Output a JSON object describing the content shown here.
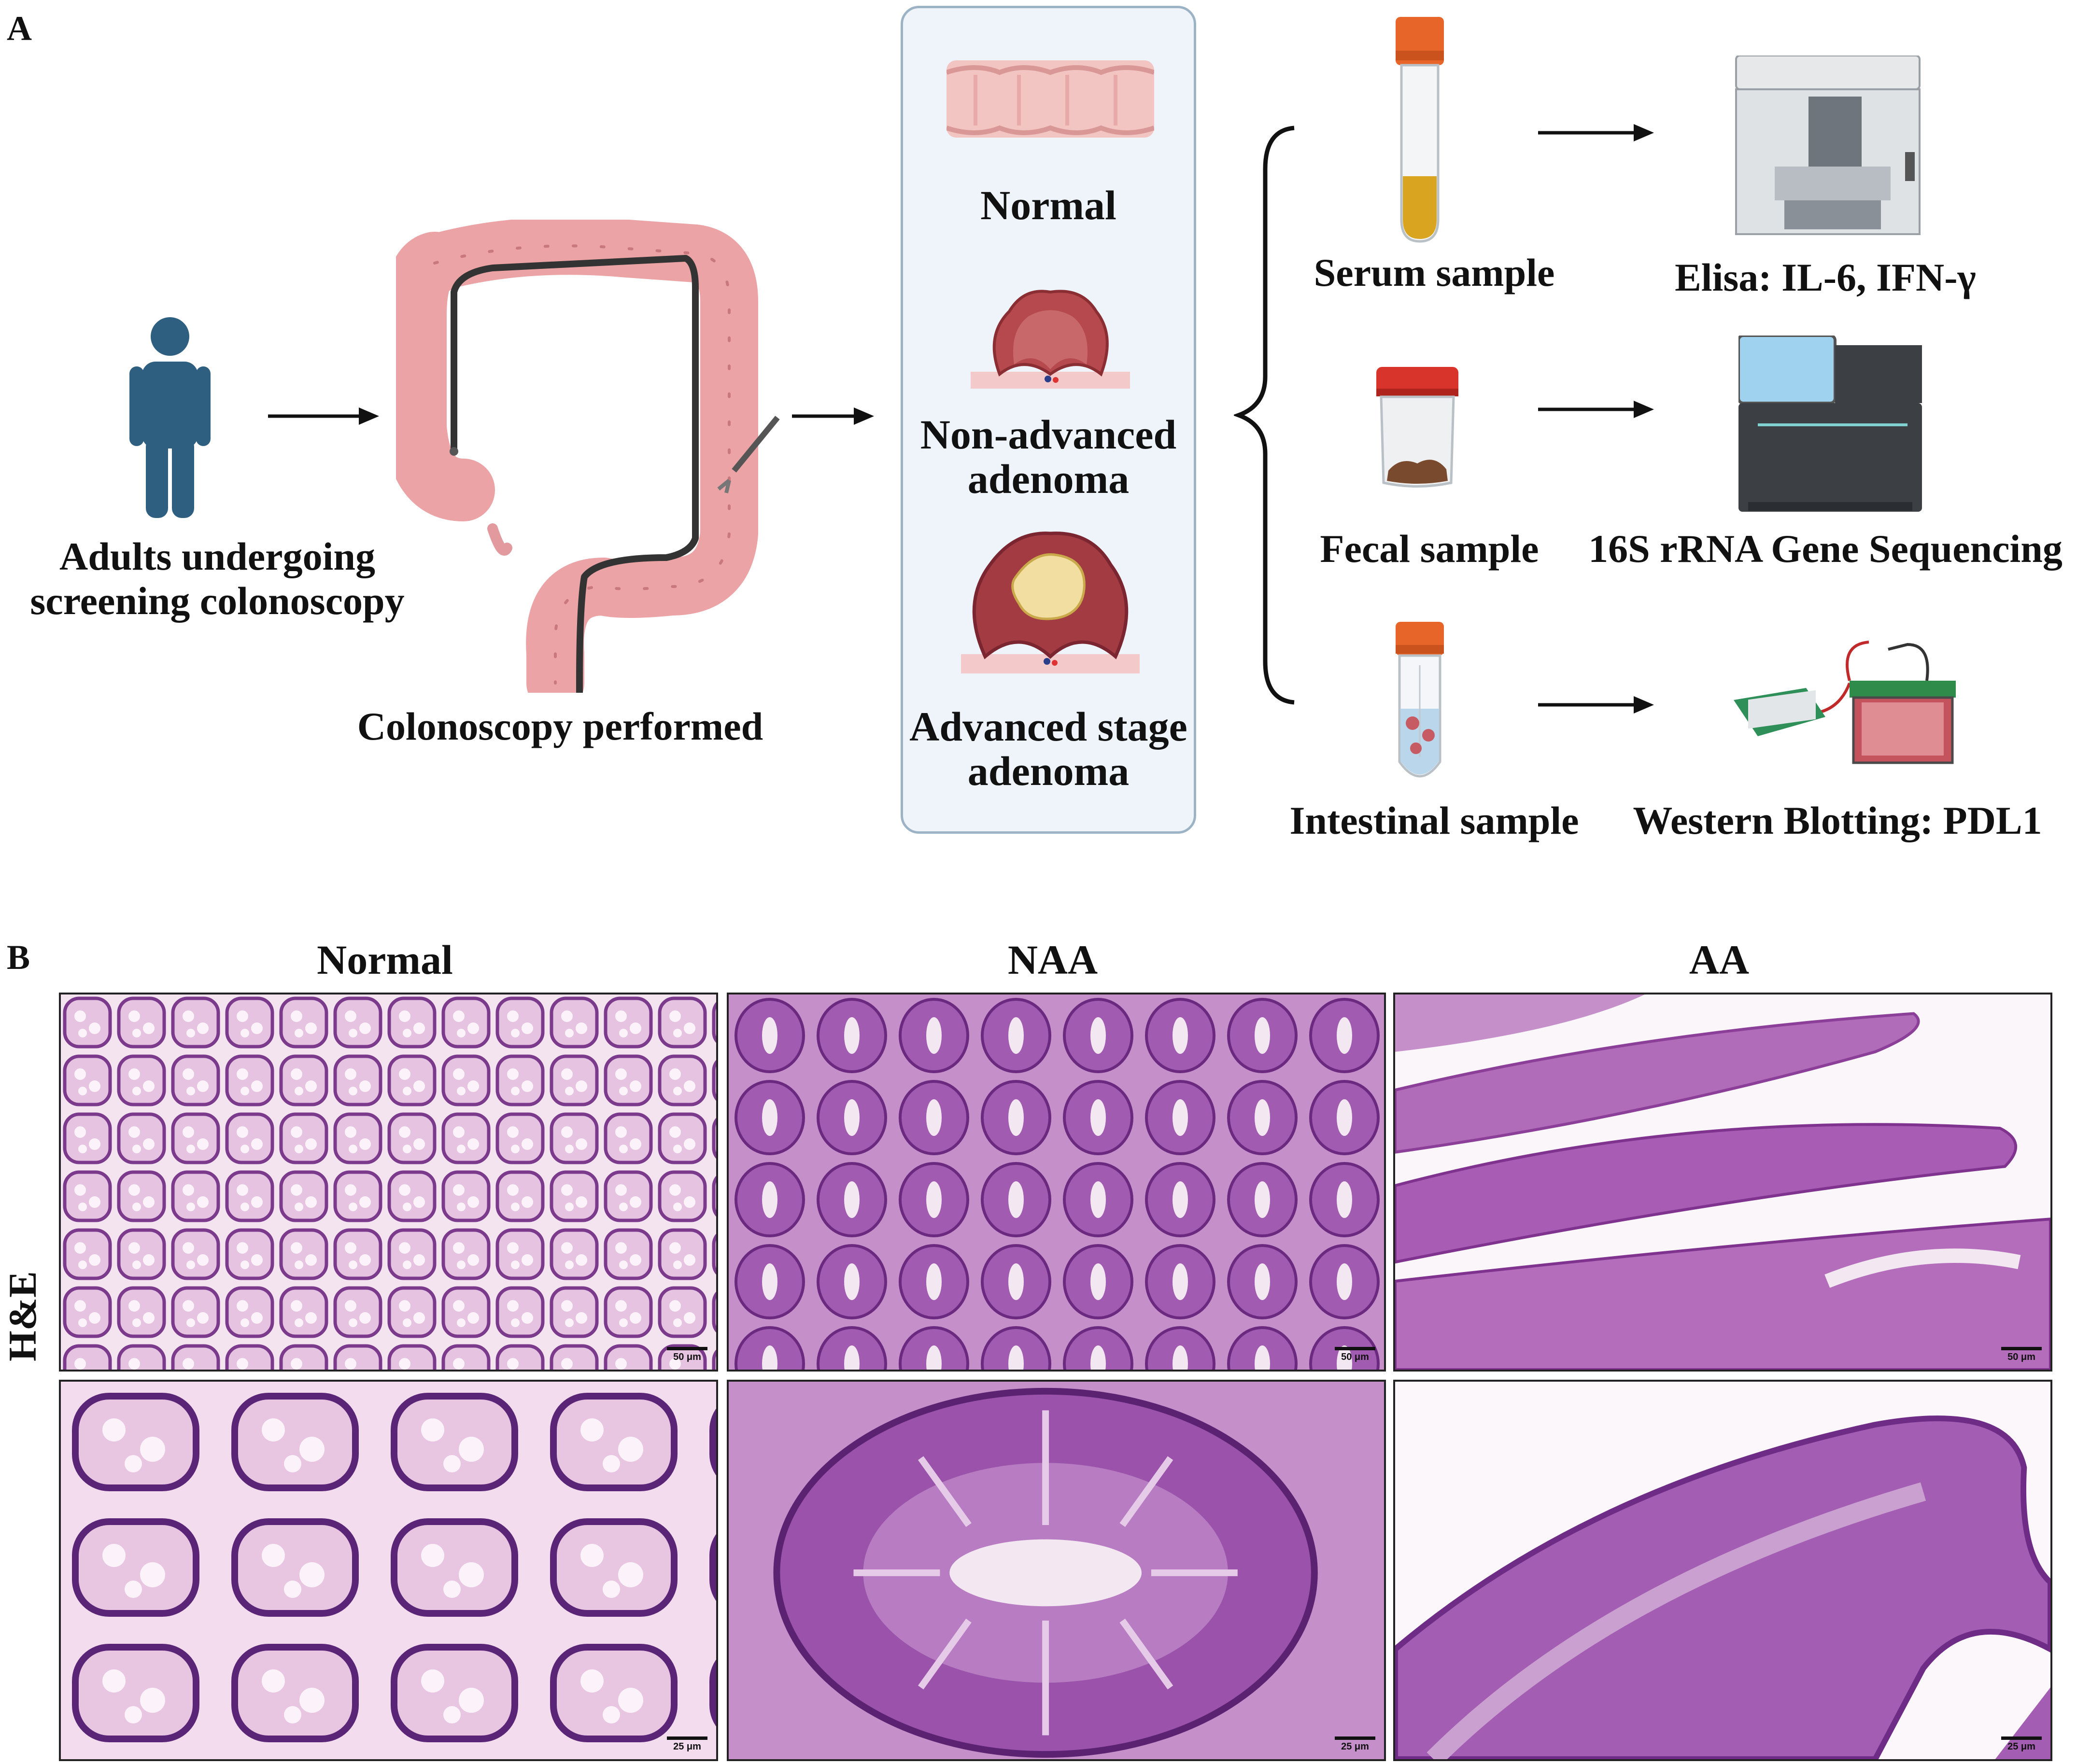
{
  "panel_a": {
    "letter": "A",
    "person_label_line1": "Adults undergoing",
    "person_label_line2": "screening colonoscopy",
    "colon_label": "Colonoscopy performed",
    "stages": {
      "normal": "Normal",
      "naa_line1": "Non-advanced",
      "naa_line2": "adenoma",
      "aa_line1": "Advanced stage",
      "aa_line2": "adenoma"
    },
    "samples": {
      "serum": "Serum sample",
      "fecal": "Fecal sample",
      "intestinal": "Intestinal sample"
    },
    "assays": {
      "elisa": "Elisa: IL-6, IFN-γ",
      "sequencing": "16S rRNA Gene Sequencing",
      "western": "Western Blotting: PDL1"
    }
  },
  "panel_b": {
    "letter": "B",
    "row_label": "H&E",
    "columns": [
      "Normal",
      "NAA",
      "AA"
    ],
    "scale_top": "50 μm",
    "scale_bottom": "25 μm"
  },
  "colors": {
    "person": "#2e5f80",
    "colon": "#eba3a6",
    "scope": "#333333",
    "he_light": "#e9c6e4",
    "he_dark": "#8a3d98",
    "tube_cap": "#e8652a",
    "serum": "#d9a521",
    "fecal_cap": "#d8342c"
  }
}
